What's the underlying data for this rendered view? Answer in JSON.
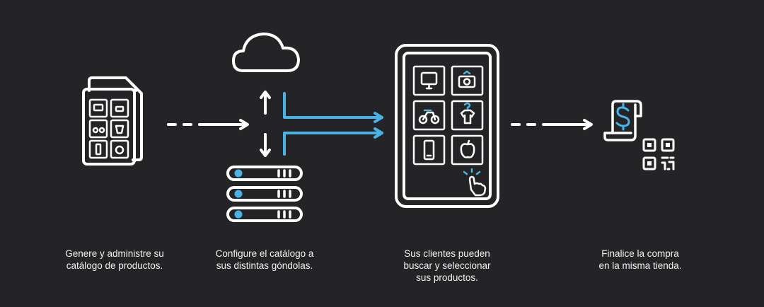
{
  "steps": [
    {
      "lines": [
        "Genere y administre su",
        "catálogo de productos."
      ]
    },
    {
      "lines": [
        "Configure el catálogo a",
        "sus distintas góndolas."
      ]
    },
    {
      "lines": [
        "Sus clientes pueden",
        "buscar y seleccionar",
        "sus productos."
      ]
    },
    {
      "lines": [
        "Finalice la compra",
        "en la misma tienda."
      ]
    }
  ],
  "colors": {
    "background": "#242427",
    "line": "#ffffff",
    "accent": "#4ab3e6"
  },
  "icons": [
    "catalog-documents-icon",
    "cloud-icon",
    "server-stack-icon",
    "tablet-icon",
    "touch-hand-icon",
    "receipt-dollar-icon",
    "qr-code-icon"
  ]
}
